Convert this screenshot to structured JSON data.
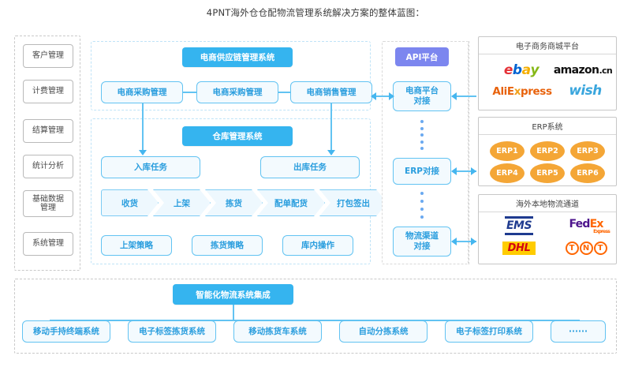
{
  "title": "4PNT海外仓仓配物流管理系统解决方案的整体蓝图：",
  "sidebar": {
    "items": [
      {
        "label": "客户管理"
      },
      {
        "label": "计费管理"
      },
      {
        "label": "结算管理"
      },
      {
        "label": "统计分析"
      },
      {
        "label": "基础数据\n管理"
      },
      {
        "label": "系统管理"
      }
    ]
  },
  "supply_chain": {
    "header": "电商供应链管理系统",
    "nodes": [
      {
        "label": "电商采购管理"
      },
      {
        "label": "电商采购管理"
      },
      {
        "label": "电商销售管理"
      }
    ]
  },
  "warehouse": {
    "header": "仓库管理系统",
    "tasks": [
      {
        "label": "入库任务"
      },
      {
        "label": "出库任务"
      }
    ],
    "flow": [
      {
        "label": "收货"
      },
      {
        "label": "上架"
      },
      {
        "label": "拣货"
      },
      {
        "label": "配单配货"
      },
      {
        "label": "打包签出"
      }
    ],
    "strategies": [
      {
        "label": "上架策略"
      },
      {
        "label": "拣货策略"
      },
      {
        "label": "库内操作"
      }
    ]
  },
  "api": {
    "header": "API平台",
    "adapters": [
      {
        "label": "电商平台\n对接"
      },
      {
        "label": "ERP对接"
      },
      {
        "label": "物流渠道\n对接"
      }
    ]
  },
  "panels": {
    "ecommerce": {
      "title": "电子商务商城平台",
      "logos": [
        {
          "name": "ebay-logo",
          "text": "ebay"
        },
        {
          "name": "amazon-cn-logo",
          "text": "amazon",
          "suffix": ".cn"
        },
        {
          "name": "aliexpress-logo",
          "text": "AliE",
          "mid": "x",
          "tail": "press"
        },
        {
          "name": "wish-logo",
          "text": "wish"
        }
      ]
    },
    "erp": {
      "title": "ERP系统",
      "items": [
        {
          "label": "ERP1"
        },
        {
          "label": "ERP2"
        },
        {
          "label": "ERP3"
        },
        {
          "label": "ERP4"
        },
        {
          "label": "ERP5"
        },
        {
          "label": "ERP6"
        }
      ]
    },
    "logistics": {
      "title": "海外本地物流通道",
      "logos": [
        {
          "name": "ems-logo",
          "text": "EMS"
        },
        {
          "name": "fedex-logo",
          "text": "Fed",
          "tail": "Ex",
          "sub": "Express"
        },
        {
          "name": "dhl-logo",
          "text": "DHL"
        },
        {
          "name": "tnt-logo",
          "letters": [
            "T",
            "N",
            "T"
          ]
        }
      ]
    }
  },
  "bottom": {
    "header": "智能化物流系统集成",
    "items": [
      {
        "label": "移动手持终端系统"
      },
      {
        "label": "电子标签拣货系统"
      },
      {
        "label": "移动拣货车系统"
      },
      {
        "label": "自动分拣系统"
      },
      {
        "label": "电子标签打印系统"
      },
      {
        "label": "······"
      }
    ]
  },
  "colors": {
    "header_blue": "#35b4ef",
    "api_purple": "#7c86ef",
    "node_border": "#62c3f2",
    "node_fill": "#f3fafe",
    "node_text": "#2b9ede",
    "erp_orange": "#f4a636",
    "connector": "#62c3f2",
    "dashed_gray": "#c9c9c9"
  }
}
